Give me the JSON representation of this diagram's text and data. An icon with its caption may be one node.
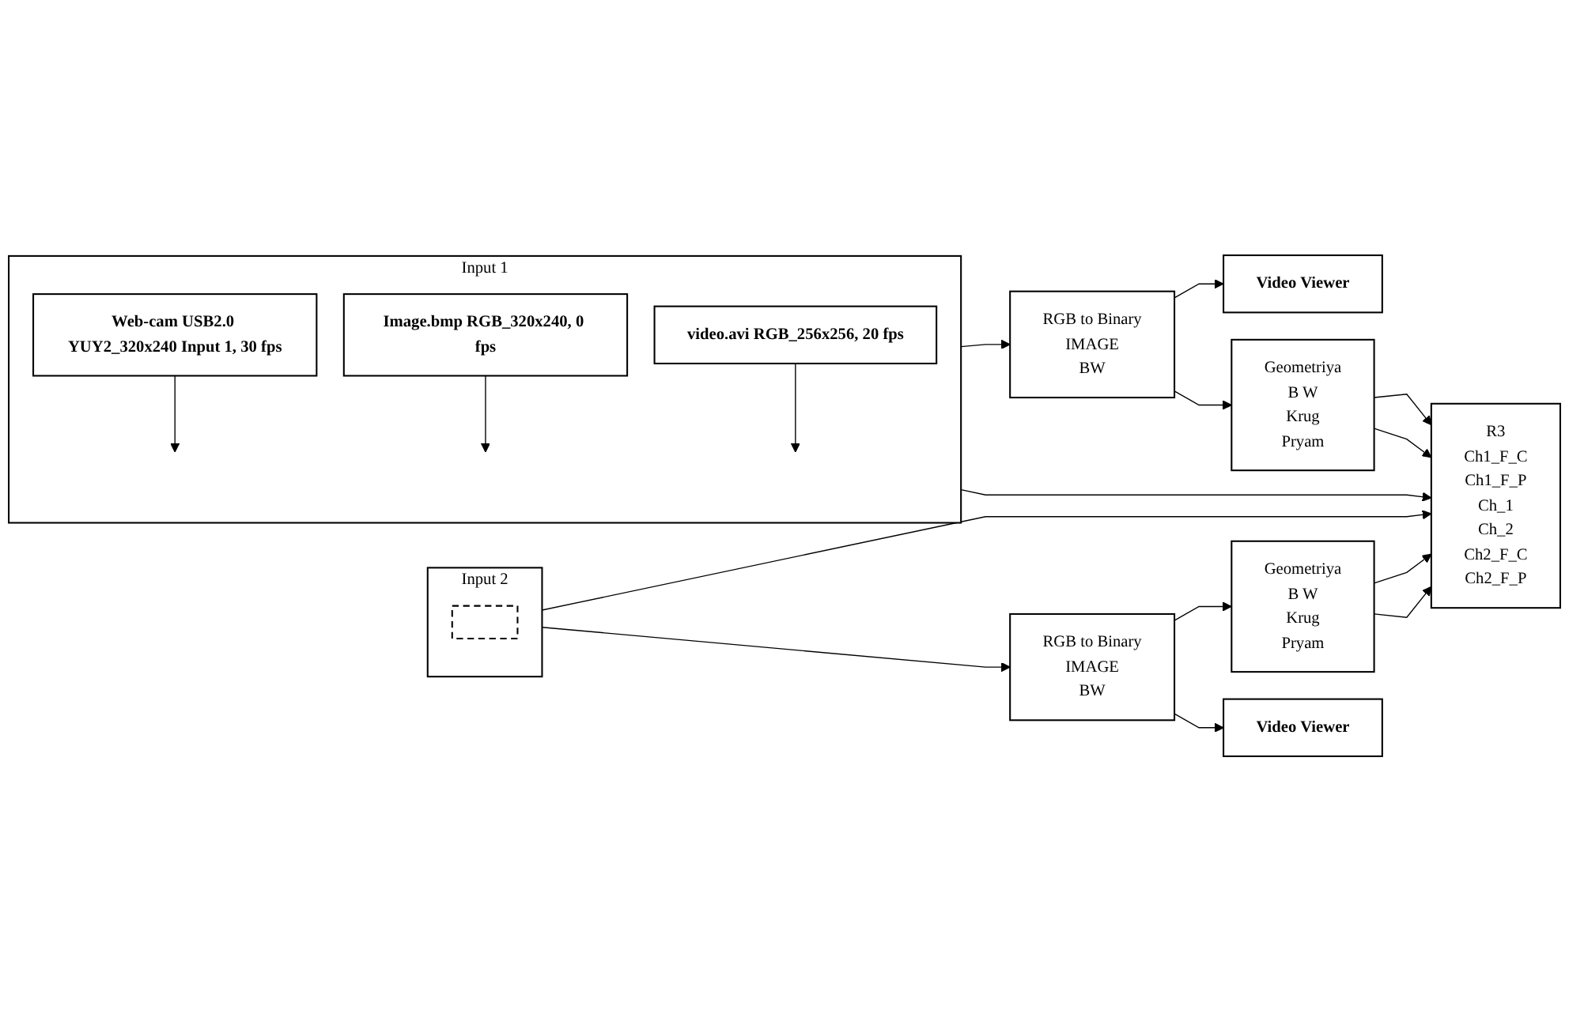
{
  "diagram": {
    "nodes": [
      {
        "text": [
          "Input 1"
        ]
      },
      {
        "text": [
          "Web-cam USB2.0 YUY2_320x240 Input 1, 30 fps"
        ],
        "in": 0
      },
      {
        "text": [
          "Image.bmp RGB_320x240, 0 fps"
        ],
        "in": 0
      },
      {
        "text": [
          "video.avi RGB_256x256, 20 fps"
        ],
        "in": 0
      },
      {
        "text": [
          "Input 2"
        ]
      },
      {
        "text": [],
        "shape": "box",
        "in": 4
      },
      {
        "text": [
          "RGB to Binary",
          "IMAGE",
          "BW"
        ]
      },
      {
        "text": [
          "Video Viewer"
        ]
      },
      {
        "text": [
          "Geometriya",
          "B W",
          "Krug",
          "Pryam"
        ]
      },
      {
        "text": [
          "R3",
          "Ch1_F_C",
          "Ch1_F_P",
          "Ch_1",
          "Ch_2",
          "Ch2_F_C",
          "Ch2_F_P"
        ]
      },
      {
        "text": [
          "RGB to Binary",
          "IMAGE",
          "BW"
        ]
      },
      {
        "text": [
          "Geometriya",
          "B W",
          "Krug",
          "Pryam"
        ]
      },
      {
        "text": [
          "Video Viewer"
        ]
      }
    ],
    "edges": [
      {
        "from": 1,
        "to": null,
        "arrow": "to"
      },
      {
        "from": 2,
        "to": null,
        "arrow": "to"
      },
      {
        "from": 3,
        "to": null,
        "arrow": "to"
      },
      {
        "from": 0,
        "to": 6,
        "arrow": "to"
      },
      {
        "from": 0,
        "to": 9,
        "arrow": "to"
      },
      {
        "from": 6,
        "to": 7,
        "arrow": "to"
      },
      {
        "from": 6,
        "to": 8,
        "arrow": "to"
      },
      {
        "from": 8,
        "to": 9,
        "arrow": "to"
      },
      {
        "from": 8,
        "to": 9,
        "arrow": "to"
      },
      {
        "from": 4,
        "to": 9,
        "arrow": "to"
      },
      {
        "from": 4,
        "to": 10,
        "arrow": "to"
      },
      {
        "from": 10,
        "to": 11,
        "arrow": "to"
      },
      {
        "from": 10,
        "to": 12,
        "arrow": "to"
      },
      {
        "from": 11,
        "to": 9,
        "arrow": "to"
      },
      {
        "from": 11,
        "to": 9,
        "arrow": "to"
      }
    ]
  }
}
